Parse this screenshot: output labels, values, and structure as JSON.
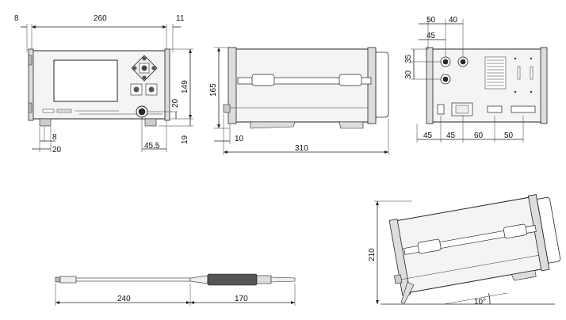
{
  "front_view": {
    "dims": {
      "top_width": "260",
      "left_offset": "8",
      "right_offset": "11",
      "height": "149",
      "knob_height": "20",
      "foot_height": "19",
      "knob_offset": "45.5",
      "foot_width_a": "8",
      "foot_width_b": "20"
    }
  },
  "side_view": {
    "dims": {
      "height": "165",
      "foot_offset": "10",
      "depth": "310"
    }
  },
  "rear_view": {
    "dims": {
      "top_50": "50",
      "top_40": "40",
      "top_45": "45",
      "vert_35": "35",
      "vert_30": "30",
      "bottom_45a": "45",
      "bottom_45b": "45",
      "bottom_60": "60",
      "bottom_50": "50"
    }
  },
  "probe_view": {
    "dims": {
      "cable_length": "240",
      "handle_length": "170"
    }
  },
  "tilted_view": {
    "dims": {
      "height": "210",
      "angle": "10°"
    }
  }
}
